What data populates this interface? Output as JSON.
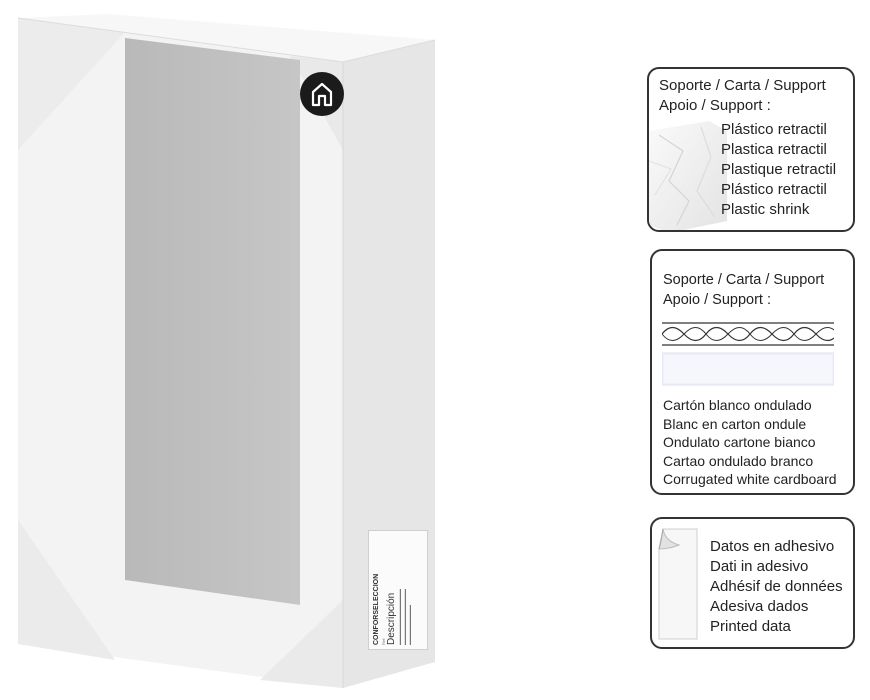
{
  "box": {
    "logo_icon": "house-icon",
    "label": {
      "brand": "CONFORSELECCION",
      "title": "Descripción",
      "ref": "Ref:",
      "small_lines": [
        "",
        "",
        "",
        ""
      ]
    }
  },
  "panels": [
    {
      "header_lines": [
        "Soporte / Carta  / Support",
        "Apoio  / Support :"
      ],
      "icon": "shrink-wrap-icon",
      "items": [
        "Plástico retractil",
        "Plastica retractil",
        "Plastique retractil",
        "Plástico retractil",
        "Plastic shrink"
      ]
    },
    {
      "header_lines": [
        "Soporte / Carta  / Support",
        "Apoio  / Support :"
      ],
      "icon": "corrugated-cardboard-icon",
      "items": [
        "Cartón blanco ondulado",
        "Blanc en carton ondule",
        "Ondulato cartone bianco",
        "Cartao ondulado branco",
        "Corrugated white cardboard"
      ]
    },
    {
      "header_lines": [],
      "icon": "sticker-icon",
      "items": [
        "Datos en adhesivo",
        "Dati in adesivo",
        "Adhésif de données",
        "Adesiva dados",
        "Printed data"
      ]
    }
  ],
  "colors": {
    "border": "#333333",
    "box": "#f2f2f2",
    "window": "#bdbdbd"
  }
}
